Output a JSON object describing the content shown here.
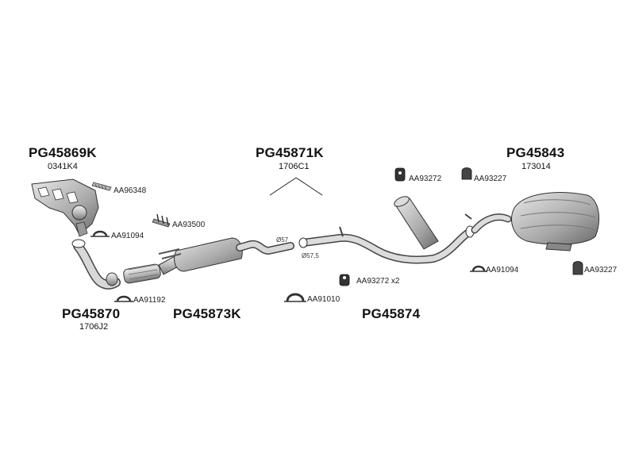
{
  "parts": {
    "manifold": {
      "code": "PG45869K",
      "sub": "0341K4"
    },
    "front_pipe": {
      "code": "PG45870",
      "sub": "1706J2"
    },
    "catalyst": {
      "code": "PG45873K"
    },
    "kit": {
      "code": "PG45871K",
      "sub": "1706C1"
    },
    "middle_pipe": {
      "code": "PG45874"
    },
    "rear_silencer": {
      "code": "PG45843",
      "sub": "173014"
    }
  },
  "accessories": {
    "a1": "AA96348",
    "a2": "AA93500",
    "a3": "AA91094",
    "a4": "AA91192",
    "a5": "AA91010",
    "a6": "AA93272 x2",
    "a7": "AA93272",
    "a8": "AA93227",
    "a9": "AA91094",
    "a10": "AA93227"
  },
  "dims": {
    "d1": "Ø57",
    "d2": "Ø57,5"
  }
}
